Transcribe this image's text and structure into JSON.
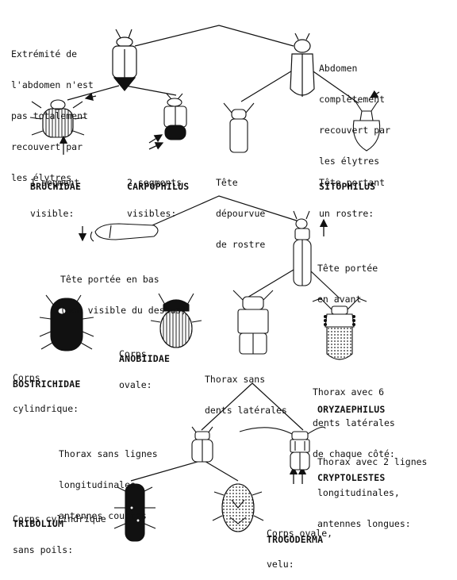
{
  "nodes": {
    "abdomen_not_covered": [
      "Extrémité de",
      "l'abdomen n'est",
      "pas totalement",
      "recouvert par",
      "les élytres"
    ],
    "abdomen_covered": [
      "Abdomen",
      "complètement",
      "recouvert par",
      "les élytres"
    ],
    "one_segment": [
      "1 segment",
      "visible:"
    ],
    "two_segments": [
      "2 segments",
      "visibles:"
    ],
    "no_rostrum": [
      "Tête",
      "dépourvue",
      "de rostre"
    ],
    "rostrum": [
      "Tête portant",
      "un rostre:"
    ],
    "head_down": [
      "Tête portée en bas",
      "(non visible du dessus)"
    ],
    "head_forward": [
      "Tête portée",
      "en avant"
    ],
    "cylindrical": [
      "Corps",
      "cylindrique:"
    ],
    "oval": [
      "Corps",
      "ovale:"
    ],
    "thorax_no_teeth": [
      "Thorax sans",
      "dents latérales"
    ],
    "thorax_6_teeth": [
      "Thorax avec 6",
      "dents latérales",
      "de chaque côté:"
    ],
    "thorax_no_lines": [
      "Thorax sans lignes",
      "longitudinales,",
      "antennes courtes"
    ],
    "thorax_2_lines": [
      "Thorax avec 2 lignes",
      "longitudinales,",
      "antennes longues:"
    ],
    "cyl_no_hairs": [
      "Corps cylindrique",
      "sans poils:"
    ],
    "oval_hairy": [
      "Corps ovale,",
      "velu:"
    ]
  },
  "taxa": {
    "bruchidae": "BRUCHIDAE",
    "carpophilus": "CARPOPHILUS",
    "sitophilus": "SITOPHILUS",
    "bostrichidae": "BOSTRICHIDAE",
    "anobiidae": "ANOBIIDAE",
    "oryzaephilus": "ORYZAEPHILUS",
    "cryptolestes": "CRYPTOLESTES",
    "tribolium": "TRIBOLIUM",
    "trogoderma": "TROGODERMA"
  }
}
